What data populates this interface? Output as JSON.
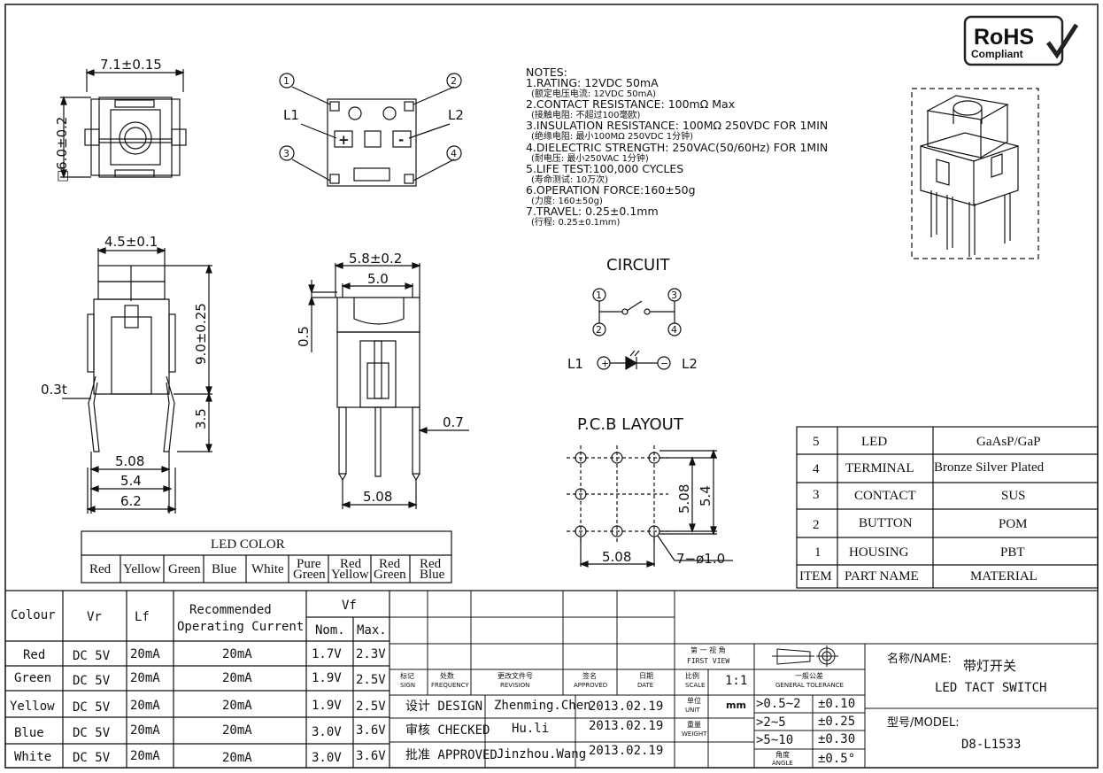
{
  "rohs": {
    "line1": "RoHS",
    "line2": "Compliant"
  },
  "notes": {
    "title": "NOTES:",
    "lines": [
      {
        "en": "1.RATING: 12VDC 50mA",
        "cn": "(额定电压电流: 12VDC 50mA)"
      },
      {
        "en": "2.CONTACT RESISTANCE: 100mΩ Max",
        "cn": "(接触电阻: 不超过100毫欧)"
      },
      {
        "en": "3.INSULATION RESISTANCE: 100MΩ 250VDC FOR 1MIN",
        "cn": "(绝缘电阻: 最小100MΩ 250VDC 1分钟)"
      },
      {
        "en": "4.DIELECTRIC STRENGTH: 250VAC(50/60Hz) FOR 1MIN",
        "cn": "(耐电压: 最小250VAC 1分钟)"
      },
      {
        "en": "5.LIFE TEST:100,000 CYCLES",
        "cn": "(寿命测试: 10万次)"
      },
      {
        "en": "6.OPERATION FORCE:160±50g",
        "cn": "(力度: 160±50g)"
      },
      {
        "en": "7.TRAVEL: 0.25±0.1mm",
        "cn": "(行程: 0.25±0.1mm)"
      }
    ]
  },
  "dims": {
    "top_width": "7.1±0.15",
    "top_height": "□6.0±0.2",
    "side_top": "4.5±0.1",
    "side_height": "9.0±0.25",
    "side_pin": "3.5",
    "side_thick": "0.3t",
    "side_b1": "5.08",
    "side_b2": "5.4",
    "side_b3": "6.2",
    "front_top": "5.8±0.2",
    "front_inner": "5.0",
    "front_travel": "0.5",
    "front_pin": "0.7",
    "front_bottom": "5.08"
  },
  "pins": {
    "p1": "1",
    "p2": "2",
    "p3": "3",
    "p4": "4",
    "l1": "L1",
    "l2": "L2",
    "plus": "+",
    "minus": "-"
  },
  "circuit": {
    "title": "CIRCUIT",
    "n1": "1",
    "n2": "2",
    "n3": "3",
    "n4": "4",
    "l1": "L1",
    "l2": "L2"
  },
  "pcb": {
    "title": "P.C.B LAYOUT",
    "d_h": "5.08",
    "d_v1": "5.08",
    "d_v2": "5.4",
    "holes": "7−ø1.0"
  },
  "led_color": {
    "title": "LED COLOR",
    "colors": [
      "Red",
      "Yellow",
      "Green",
      "Blue",
      "White",
      [
        "Pure",
        "Green"
      ],
      [
        "Red",
        "Yellow"
      ],
      [
        "Red",
        "Green"
      ],
      [
        "Red",
        "Blue"
      ]
    ]
  },
  "materials": {
    "rows": [
      {
        "item": "5",
        "part": "LED",
        "material": "GaAsP/GaP"
      },
      {
        "item": "4",
        "part": "TERMINAL",
        "material": "Bronze Silver Plated"
      },
      {
        "item": "3",
        "part": "CONTACT",
        "material": "SUS"
      },
      {
        "item": "2",
        "part": "BUTTON",
        "material": "POM"
      },
      {
        "item": "1",
        "part": "HOUSING",
        "material": "PBT"
      }
    ],
    "header": {
      "item": "ITEM",
      "part": "PART NAME",
      "material": "MATERIAL"
    }
  },
  "specs": {
    "headers": {
      "colour": "Colour",
      "vr": "Vr",
      "lf": "Lf",
      "rec1": "Recommended",
      "rec2": "Operating Current",
      "vf": "Vf",
      "nom": "Nom.",
      "max": "Max."
    },
    "rows": [
      {
        "colour": "Red",
        "vr": "DC 5V",
        "lf": "20mA",
        "rec": "20mA",
        "nom": "1.7V",
        "max": "2.3V"
      },
      {
        "colour": "Green",
        "vr": "DC 5V",
        "lf": "20mA",
        "rec": "20mA",
        "nom": "1.9V",
        "max": "2.5V"
      },
      {
        "colour": "Yellow",
        "vr": "DC 5V",
        "lf": "20mA",
        "rec": "20mA",
        "nom": "1.9V",
        "max": "2.5V"
      },
      {
        "colour": "Blue",
        "vr": "DC 5V",
        "lf": "20mA",
        "rec": "20mA",
        "nom": "3.0V",
        "max": "3.6V"
      },
      {
        "colour": "White",
        "vr": "DC 5V",
        "lf": "20mA",
        "rec": "20mA",
        "nom": "3.0V",
        "max": "3.6V"
      }
    ]
  },
  "title_block": {
    "rev_headers": [
      {
        "cn": "标记",
        "en": "SIGN"
      },
      {
        "cn": "处数",
        "en": "FREQUENCY"
      },
      {
        "cn": "更改文件号",
        "en": "REVISION"
      },
      {
        "cn": "签名",
        "en": "APPROVED"
      },
      {
        "cn": "日期",
        "en": "DATE"
      }
    ],
    "roles": [
      {
        "role": "设计 DESIGN",
        "name": "Zhenming.Chen",
        "date": "2013.02.19"
      },
      {
        "role": "审核 CHECKED",
        "name": "Hu.li",
        "date": "2013.02.19"
      },
      {
        "role": "批准 APPROVED",
        "name": "Jinzhou.Wang",
        "date": "2013.02.19"
      }
    ],
    "view_cn": "第 一 视 角",
    "view_en": "FIRST VIEW",
    "scale_cn": "比例",
    "scale_en": "SCALE",
    "scale_val": "1:1",
    "tol_cn": "一般公差",
    "tol_en": "GENERAL TOLERANCE",
    "unit_cn": "单位",
    "unit_en": "UNIT",
    "unit_val": "mm",
    "weight_cn": "重量",
    "weight_en": "WEIGHT",
    "tolerances": [
      {
        "range": ">0.5~2",
        "tol": "±0.10"
      },
      {
        "range": ">2~5",
        "tol": "±0.25"
      },
      {
        "range": ">5~10",
        "tol": "±0.30"
      },
      {
        "range_cn": "角度",
        "range_en": "ANGLE",
        "tol": "±0.5°"
      }
    ],
    "name_label": "名称/NAME:",
    "name_cn": "带灯开关",
    "name_en": "LED TACT SWITCH",
    "model_label": "型号/MODEL:",
    "model": "D8-L1533"
  }
}
